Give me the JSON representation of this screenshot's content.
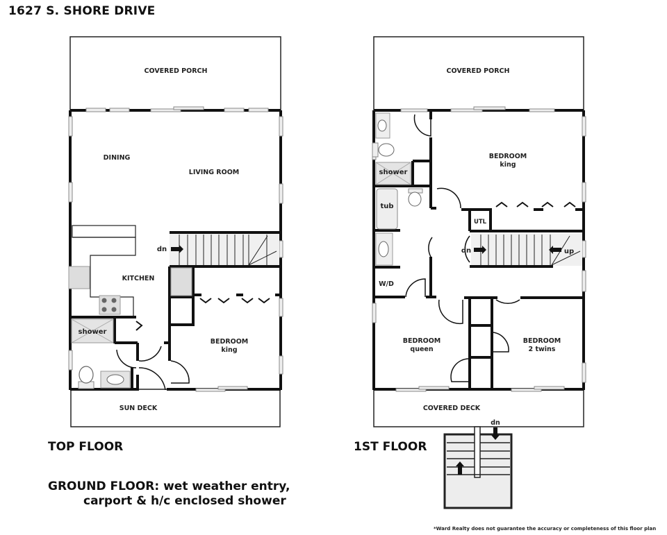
{
  "title": "1627 S. SHORE DRIVE",
  "top_floor": {
    "label": "TOP FLOOR",
    "rooms": {
      "covered_porch": "COVERED PORCH",
      "dining": "DINING",
      "living_room": "LIVING ROOM",
      "kitchen": "KITCHEN",
      "shower": "shower",
      "bedroom": "BEDROOM",
      "bedroom_sub": "king",
      "sun_deck": "SUN DECK",
      "stairs_dn": "dn"
    }
  },
  "first_floor": {
    "label": "1ST FLOOR",
    "rooms": {
      "covered_porch": "COVERED PORCH",
      "bedroom_main": "BEDROOM",
      "bedroom_main_sub": "king",
      "shower": "shower",
      "tub": "tub",
      "utl": "UTL",
      "wd": "W/D",
      "stairs_dn": "dn",
      "stairs_up": "up",
      "bedroom_queen": "BEDROOM",
      "bedroom_queen_sub": "queen",
      "bedroom_twins": "BEDROOM",
      "bedroom_twins_sub": "2 twins",
      "covered_deck": "COVERED DECK",
      "deck_stairs_dn": "dn"
    }
  },
  "ground_floor": {
    "line1": "GROUND FLOOR: wet weather entry,",
    "line2": "carport & h/c enclosed shower"
  },
  "disclaimer": "*Ward Realty does not guarantee the accuracy or completeness of this floor plan"
}
